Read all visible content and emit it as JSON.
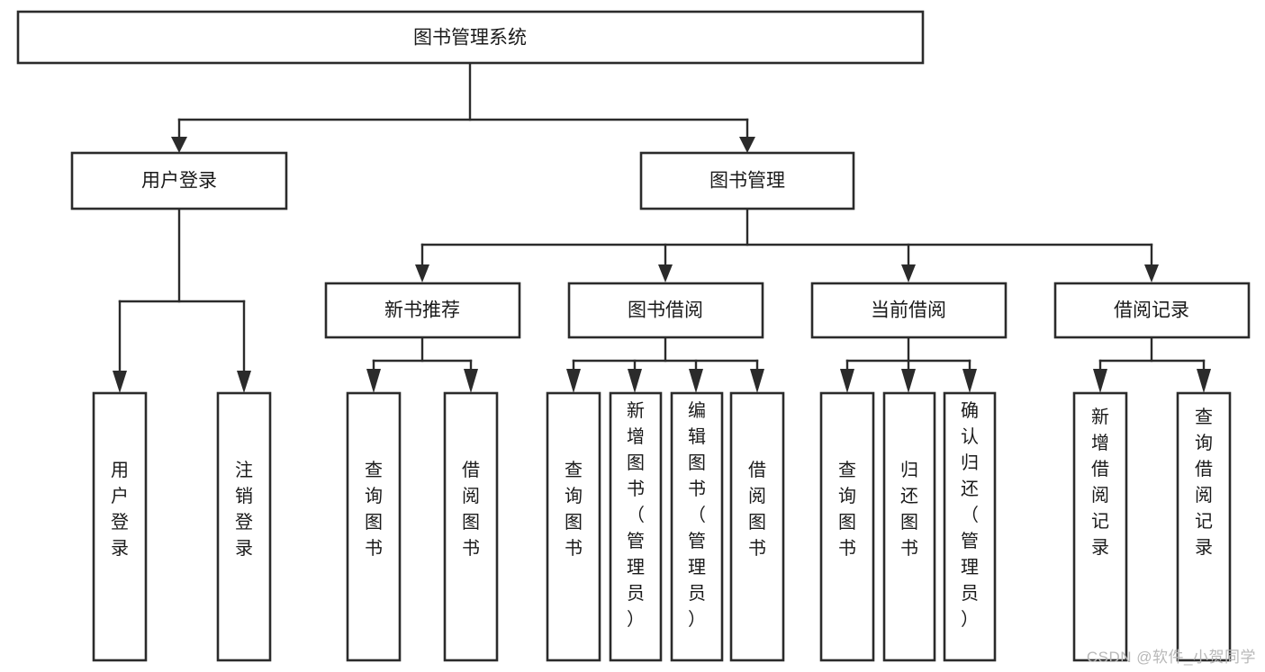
{
  "diagram": {
    "type": "tree",
    "title": "图书管理系统",
    "orientation": "top-down",
    "style": {
      "box_fill": "#ffffff",
      "box_stroke": "#2b2b2b",
      "text_color": "#1a1a1a",
      "background": "#ffffff",
      "watermark_color": "#b8b8b8"
    },
    "root": {
      "id": "root",
      "label": "图书管理系统",
      "text_orientation": "horizontal"
    },
    "level2": [
      {
        "id": "user-login",
        "label": "用户登录",
        "text_orientation": "horizontal"
      },
      {
        "id": "book-manage",
        "label": "图书管理",
        "text_orientation": "horizontal"
      }
    ],
    "level3": [
      {
        "id": "new-book-recommend",
        "label": "新书推荐",
        "parent": "book-manage",
        "text_orientation": "horizontal"
      },
      {
        "id": "book-borrow",
        "label": "图书借阅",
        "parent": "book-manage",
        "text_orientation": "horizontal"
      },
      {
        "id": "current-borrow",
        "label": "当前借阅",
        "parent": "book-manage",
        "text_orientation": "horizontal"
      },
      {
        "id": "borrow-record",
        "label": "借阅记录",
        "parent": "book-manage",
        "text_orientation": "horizontal"
      }
    ],
    "leaves": [
      {
        "id": "leaf-user-login",
        "label": "用户登录",
        "parent": "user-login",
        "text_orientation": "vertical"
      },
      {
        "id": "leaf-user-logout",
        "label": "注销登录",
        "parent": "user-login",
        "text_orientation": "vertical"
      },
      {
        "id": "leaf-query-book-rec",
        "label": "查询图书",
        "parent": "new-book-recommend",
        "text_orientation": "vertical"
      },
      {
        "id": "leaf-borrow-book-rec",
        "label": "借阅图书",
        "parent": "new-book-recommend",
        "text_orientation": "vertical"
      },
      {
        "id": "leaf-query-book-borrow",
        "label": "查询图书",
        "parent": "book-borrow",
        "text_orientation": "vertical"
      },
      {
        "id": "leaf-add-book",
        "label": "新增图书（管理员）",
        "parent": "book-borrow",
        "text_orientation": "vertical"
      },
      {
        "id": "leaf-edit-book",
        "label": "编辑图书（管理员）",
        "parent": "book-borrow",
        "text_orientation": "vertical"
      },
      {
        "id": "leaf-borrow-book",
        "label": "借阅图书",
        "parent": "book-borrow",
        "text_orientation": "vertical"
      },
      {
        "id": "leaf-query-book-cur",
        "label": "查询图书",
        "parent": "current-borrow",
        "text_orientation": "vertical"
      },
      {
        "id": "leaf-return-book",
        "label": "归还图书",
        "parent": "current-borrow",
        "text_orientation": "vertical"
      },
      {
        "id": "leaf-confirm-return",
        "label": "确认归还（管理员）",
        "parent": "current-borrow",
        "text_orientation": "vertical"
      },
      {
        "id": "leaf-add-record",
        "label": "新增借阅记录",
        "parent": "borrow-record",
        "text_orientation": "vertical"
      },
      {
        "id": "leaf-query-record",
        "label": "查询借阅记录",
        "parent": "borrow-record",
        "text_orientation": "vertical"
      }
    ]
  },
  "watermark": {
    "text": "CSDN @软件_小贺同学"
  }
}
